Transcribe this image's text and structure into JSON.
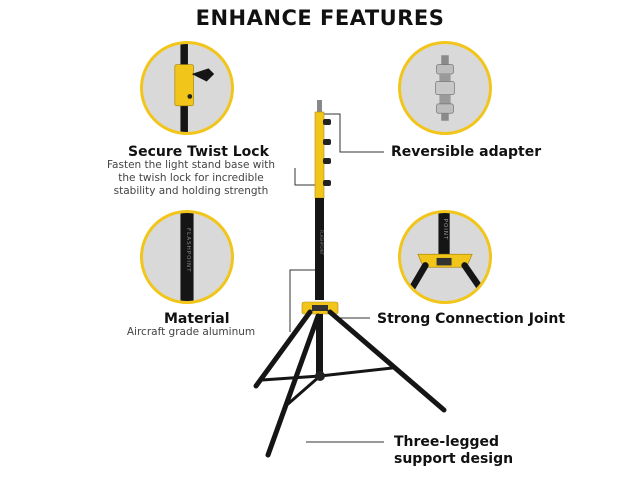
{
  "header": {
    "title": "ENHANCE FEATURES"
  },
  "features": {
    "twist_lock": {
      "title": "Secure Twist Lock",
      "desc_lines": [
        "Fasten the light stand base with",
        "the twish lock for incredible",
        "stability and holding strength"
      ]
    },
    "material": {
      "title": "Material",
      "desc": "Aircraft grade aluminum",
      "brand_text": "FLASHPOINT"
    },
    "adapter": {
      "title": "Reversible adapter"
    },
    "joint": {
      "title": "Strong Connection Joint",
      "brand_text": "POINT"
    },
    "legs": {
      "title_lines": [
        "Three-legged",
        "support design"
      ]
    }
  },
  "colors": {
    "accent": "#f2c51b",
    "badge_bg": "#d9d9d9",
    "stand": "#151515",
    "leader": "#333333"
  }
}
